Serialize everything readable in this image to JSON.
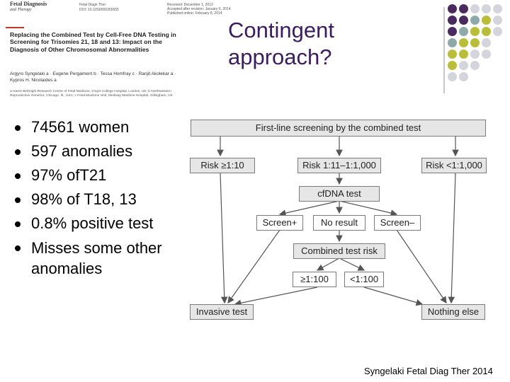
{
  "slide": {
    "title_line1": "Contingent",
    "title_line2": "approach?"
  },
  "paper_thumbnail": {
    "journal_name": "Fetal Diagnosis",
    "journal_sub": "and Therapy",
    "meta_left_1": "Fetal Diagn Ther",
    "meta_left_2": "DOI: 10.1159/000355655",
    "meta_right_1": "Received: December 1, 2013",
    "meta_right_2": "Accepted after revision: January 6, 2014",
    "meta_right_3": "Published online: February 8, 2014",
    "title": "Replacing the Combined Test by Cell-Free DNA Testing in Screening for Trisomies 21, 18 and 13: Impact on the Diagnosis of Other Chromosomal Abnormalities",
    "authors": "Argyro Syngelaki a · Eugene Pergament b · Tessa Homfray c · Ranjit Akolekar a · Kypros H. Nicolaides a",
    "affiliation": "a Harris Birthright Research Centre of Fetal Medicine, King's College Hospital, London, UK; b Northwestern Reproductive Genetics, Chicago, Ill., USA; c Fetal Medicine Unit, Medway Maritime Hospital, Gillingham, UK"
  },
  "bullets": [
    "74561 women",
    "597 anomalies",
    "97% ofT21",
    "98% of T18, 13",
    "0.8% positive test",
    "Misses some other anomalies"
  ],
  "flowchart": {
    "first_line": "First-line screening by the combined test",
    "risk_high": "Risk ≥1:10",
    "risk_mid": "Risk 1:11–1:1,000",
    "risk_low": "Risk <1:1,000",
    "cfdna": "cfDNA test",
    "screen_pos": "Screen+",
    "no_result": "No result",
    "screen_neg": "Screen–",
    "combined_risk": "Combined test risk",
    "cutoff_high": "≥1:100",
    "cutoff_low": "<1:100",
    "invasive": "Invasive test",
    "nothing": "Nothing else"
  },
  "citation": "Syngelaki Fetal Diag Ther 2014",
  "colors": {
    "title": "#3c1c60",
    "dot_purple": "#4a2a5e",
    "dot_teal": "#8fa9aa",
    "dot_olive": "#b9bd3a",
    "dot_grey": "#d4d4dc"
  }
}
